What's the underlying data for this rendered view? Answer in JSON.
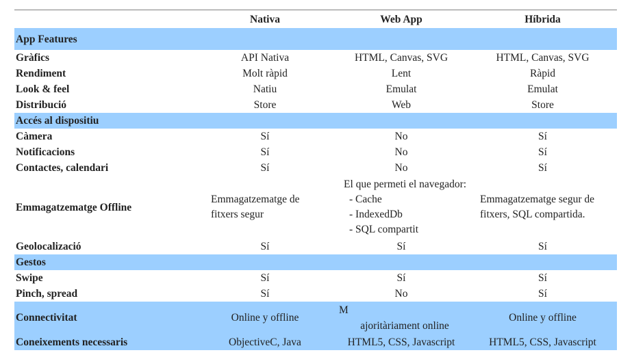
{
  "headers": [
    "",
    "Nativa",
    "Web App",
    "Híbrida"
  ],
  "sections": {
    "app_features": "App Features",
    "device_access": "Accés al dispositiu",
    "gestures": "Gestos"
  },
  "rows": {
    "grafics": [
      "Gràfics",
      "API Nativa",
      "HTML, Canvas, SVG",
      "HTML, Canvas, SVG"
    ],
    "rendiment": [
      "Rendiment",
      "Molt ràpid",
      "Lent",
      "Ràpid"
    ],
    "look_feel": [
      "Look & feel",
      "Natiu",
      "Emulat",
      "Emulat"
    ],
    "distribucio": [
      "Distribució",
      "Store",
      "Web",
      "Store"
    ],
    "camera": [
      "Càmera",
      "Sí",
      "No",
      "Sí"
    ],
    "notificacions": [
      "Notificacions",
      "Sí",
      "No",
      "Sí"
    ],
    "contactes": [
      "Contactes, calendari",
      "Sí",
      "No",
      "Sí"
    ],
    "geolocalitzacio": [
      "Geolocalizació",
      "Sí",
      "Sí",
      "Sí"
    ],
    "swipe": [
      "Swipe",
      "Sí",
      "Sí",
      "Sí"
    ],
    "pinch": [
      "Pinch, spread",
      "Sí",
      "No",
      "Sí"
    ]
  },
  "offline": {
    "label": "Emmagatzematge Offline",
    "nativa": [
      "Emmagatzematge de",
      "fitxers segur"
    ],
    "webapp": [
      "El que permeti el navegador:",
      "- Cache",
      "- IndexedDb",
      "- SQL compartit"
    ],
    "hibrida": [
      "Emmagatzematge segur de",
      "fitxers, SQL compartida."
    ]
  },
  "connectivitat": {
    "label": "Connectivitat",
    "nativa": "Online y offline",
    "webapp_m": "M",
    "webapp_rest": "ajoritàriament online",
    "hibrida": "Online y offline"
  },
  "coneixements": {
    "label": "Coneixements necessaris",
    "nativa": "ObjectiveC, Java",
    "webapp": "HTML5, CSS, Javascript",
    "hibrida": "HTML5, CSS, Javascript"
  }
}
